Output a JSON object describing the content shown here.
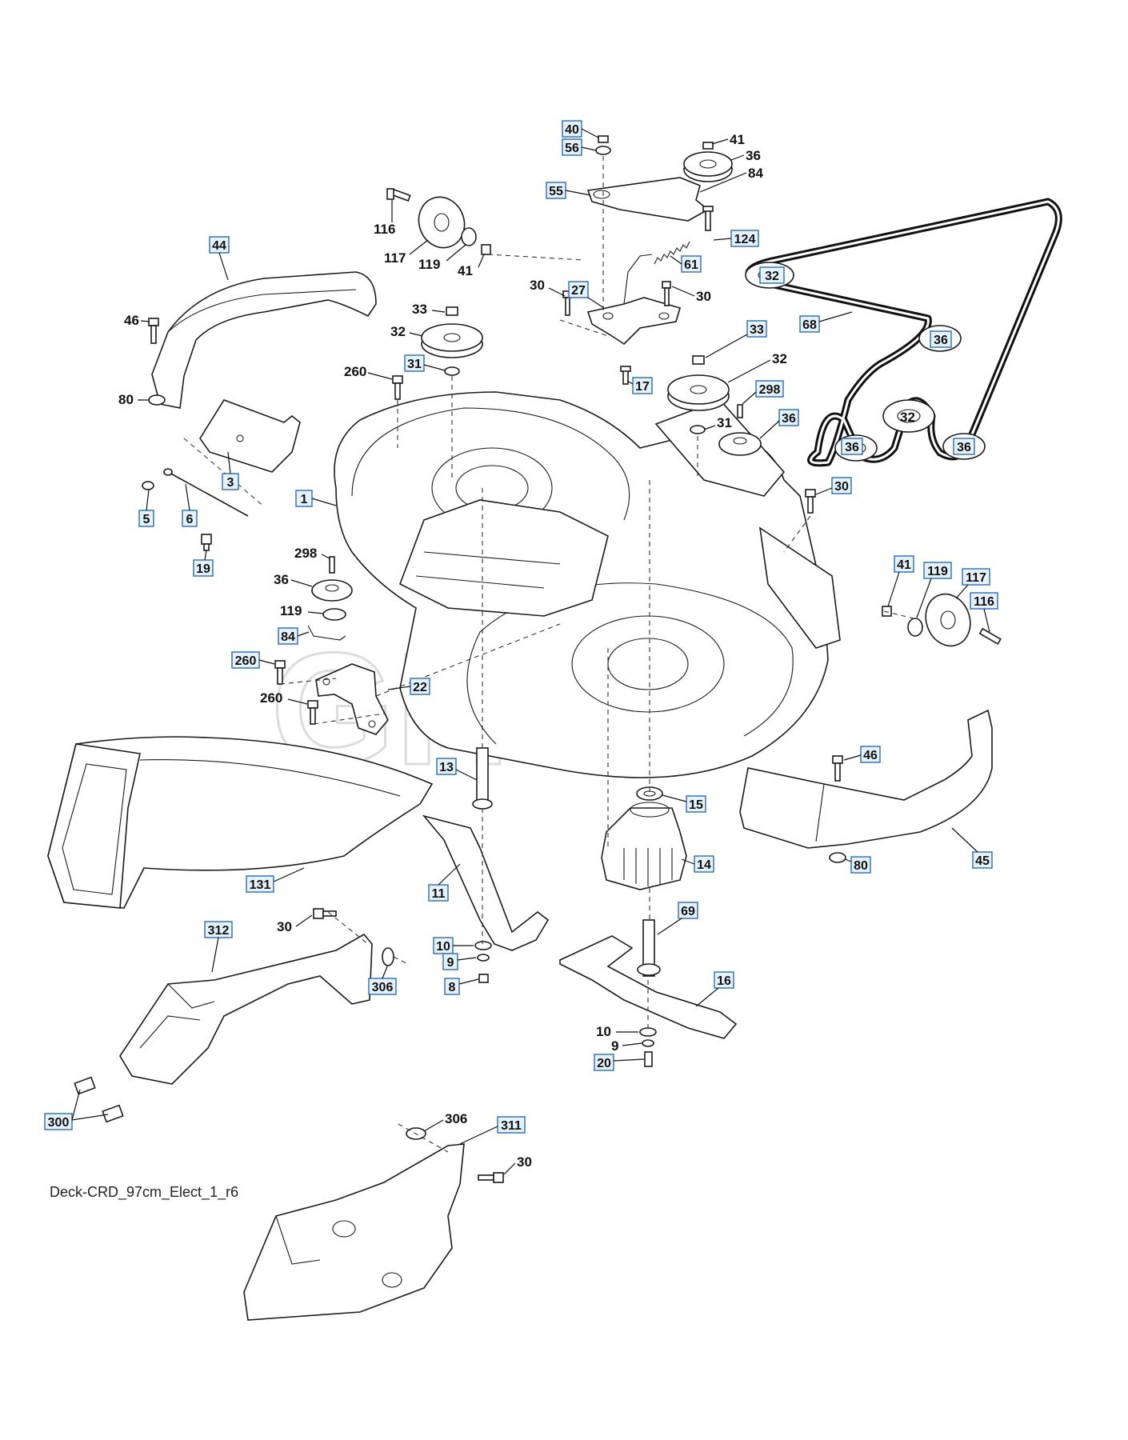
{
  "diagram": {
    "caption": "Deck-CRD_97cm_Elect_1_r6",
    "watermark": "GHS",
    "callouts": [
      {
        "id": "c40",
        "label": "40",
        "boxed": true
      },
      {
        "id": "c56",
        "label": "56",
        "boxed": true
      },
      {
        "id": "c41a",
        "label": "41",
        "boxed": false
      },
      {
        "id": "c36a",
        "label": "36",
        "boxed": false
      },
      {
        "id": "c84a",
        "label": "84",
        "boxed": false
      },
      {
        "id": "c55",
        "label": "55",
        "boxed": true
      },
      {
        "id": "c116a",
        "label": "116",
        "boxed": false
      },
      {
        "id": "c117a",
        "label": "117",
        "boxed": false
      },
      {
        "id": "c119a",
        "label": "119",
        "boxed": false
      },
      {
        "id": "c41b",
        "label": "41",
        "boxed": false
      },
      {
        "id": "c124",
        "label": "124",
        "boxed": true
      },
      {
        "id": "c61",
        "label": "61",
        "boxed": true
      },
      {
        "id": "c44",
        "label": "44",
        "boxed": true
      },
      {
        "id": "c30a",
        "label": "30",
        "boxed": false
      },
      {
        "id": "c27",
        "label": "27",
        "boxed": true
      },
      {
        "id": "c30b",
        "label": "30",
        "boxed": false
      },
      {
        "id": "c32a",
        "label": "32",
        "boxed": true
      },
      {
        "id": "c68",
        "label": "68",
        "boxed": true
      },
      {
        "id": "c36b",
        "label": "36",
        "boxed": true
      },
      {
        "id": "c46a",
        "label": "46",
        "boxed": false
      },
      {
        "id": "c33a",
        "label": "33",
        "boxed": false
      },
      {
        "id": "c32b",
        "label": "32",
        "boxed": false
      },
      {
        "id": "c31a",
        "label": "31",
        "boxed": true
      },
      {
        "id": "c260a",
        "label": "260",
        "boxed": false
      },
      {
        "id": "c33b",
        "label": "33",
        "boxed": true
      },
      {
        "id": "c32c",
        "label": "32",
        "boxed": false
      },
      {
        "id": "c17",
        "label": "17",
        "boxed": true
      },
      {
        "id": "c298a",
        "label": "298",
        "boxed": true
      },
      {
        "id": "c80a",
        "label": "80",
        "boxed": false
      },
      {
        "id": "c31b",
        "label": "31",
        "boxed": false
      },
      {
        "id": "c36c",
        "label": "36",
        "boxed": true
      },
      {
        "id": "c32d",
        "label": "32",
        "boxed": false
      },
      {
        "id": "c36d",
        "label": "36",
        "boxed": true
      },
      {
        "id": "c36e",
        "label": "36",
        "boxed": true
      },
      {
        "id": "c3",
        "label": "3",
        "boxed": true
      },
      {
        "id": "c30c",
        "label": "30",
        "boxed": true
      },
      {
        "id": "c1",
        "label": "1",
        "boxed": true
      },
      {
        "id": "c5",
        "label": "5",
        "boxed": true
      },
      {
        "id": "c6",
        "label": "6",
        "boxed": true
      },
      {
        "id": "c19",
        "label": "19",
        "boxed": true
      },
      {
        "id": "c298b",
        "label": "298",
        "boxed": false
      },
      {
        "id": "c41c",
        "label": "41",
        "boxed": true
      },
      {
        "id": "c119b",
        "label": "119",
        "boxed": true
      },
      {
        "id": "c117b",
        "label": "117",
        "boxed": true
      },
      {
        "id": "c36f",
        "label": "36",
        "boxed": false
      },
      {
        "id": "c116b",
        "label": "116",
        "boxed": true
      },
      {
        "id": "c119c",
        "label": "119",
        "boxed": false
      },
      {
        "id": "c84b",
        "label": "84",
        "boxed": true
      },
      {
        "id": "c260b",
        "label": "260",
        "boxed": true
      },
      {
        "id": "c22",
        "label": "22",
        "boxed": true
      },
      {
        "id": "c260c",
        "label": "260",
        "boxed": false
      },
      {
        "id": "c46b",
        "label": "46",
        "boxed": true
      },
      {
        "id": "c13",
        "label": "13",
        "boxed": true
      },
      {
        "id": "c15",
        "label": "15",
        "boxed": true
      },
      {
        "id": "c80b",
        "label": "80",
        "boxed": true
      },
      {
        "id": "c45",
        "label": "45",
        "boxed": true
      },
      {
        "id": "c14",
        "label": "14",
        "boxed": true
      },
      {
        "id": "c131",
        "label": "131",
        "boxed": true
      },
      {
        "id": "c11",
        "label": "11",
        "boxed": true
      },
      {
        "id": "c69",
        "label": "69",
        "boxed": true
      },
      {
        "id": "c312",
        "label": "312",
        "boxed": true
      },
      {
        "id": "c30d",
        "label": "30",
        "boxed": false
      },
      {
        "id": "c10a",
        "label": "10",
        "boxed": true
      },
      {
        "id": "c9a",
        "label": "9",
        "boxed": true
      },
      {
        "id": "c306a",
        "label": "306",
        "boxed": true
      },
      {
        "id": "c8",
        "label": "8",
        "boxed": true
      },
      {
        "id": "c16",
        "label": "16",
        "boxed": true
      },
      {
        "id": "c10b",
        "label": "10",
        "boxed": false
      },
      {
        "id": "c9b",
        "label": "9",
        "boxed": false
      },
      {
        "id": "c20",
        "label": "20",
        "boxed": true
      },
      {
        "id": "c300",
        "label": "300",
        "boxed": true
      },
      {
        "id": "c306b",
        "label": "306",
        "boxed": false
      },
      {
        "id": "c311",
        "label": "311",
        "boxed": true
      },
      {
        "id": "c30e",
        "label": "30",
        "boxed": false
      }
    ]
  }
}
